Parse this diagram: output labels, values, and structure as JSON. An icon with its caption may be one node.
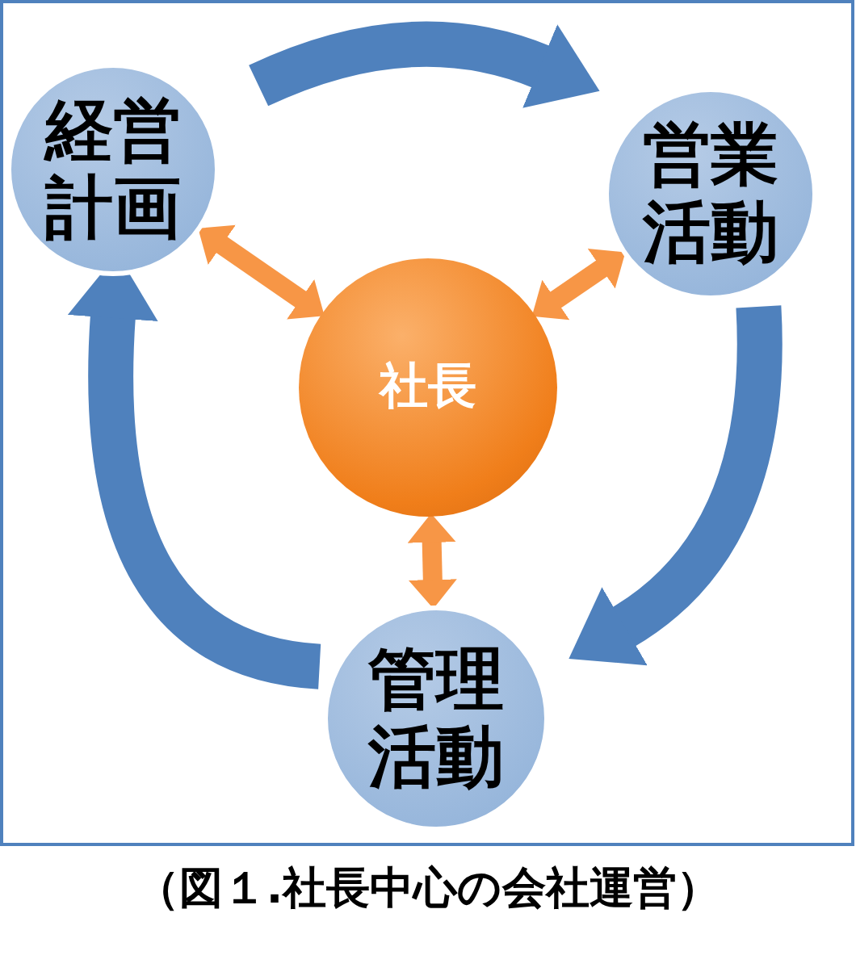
{
  "diagram": {
    "caption": "（図１.社長中心の会社運営）",
    "nodes": [
      {
        "text": [
          "経営計画"
        ]
      },
      {
        "text": [
          "営業活動"
        ]
      },
      {
        "text": [
          "社長"
        ]
      },
      {
        "text": [
          "管理活動"
        ]
      }
    ],
    "edges": [
      {
        "from": 0,
        "to": 1,
        "arrow": "to",
        "style": "thick"
      },
      {
        "from": 1,
        "to": 3,
        "arrow": "to",
        "style": "thick"
      },
      {
        "from": 3,
        "to": 0,
        "arrow": "to",
        "style": "thick"
      },
      {
        "from": 2,
        "to": 0,
        "arrow": "both",
        "color": "#f79646"
      },
      {
        "from": 2,
        "to": 1,
        "arrow": "both",
        "color": "#f79646"
      },
      {
        "from": 2,
        "to": 3,
        "arrow": "both",
        "color": "#f79646"
      }
    ]
  }
}
